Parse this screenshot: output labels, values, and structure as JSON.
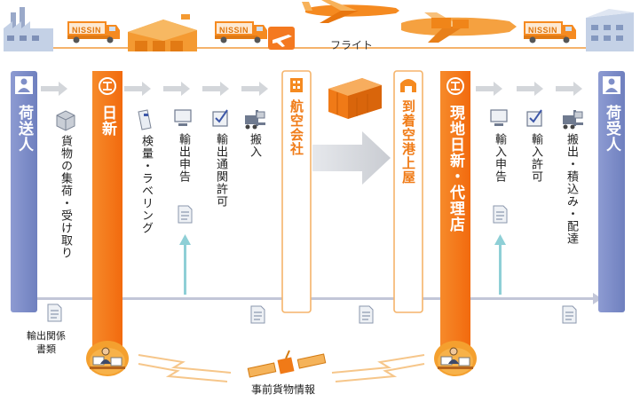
{
  "truck_brand": "NISSIN",
  "flight_label": "フライト",
  "columns": {
    "shipper": "荷送人",
    "nissin": "日新",
    "airline": "航空会社",
    "arrival": "到着空港上屋",
    "local_agent": "現地日新・代理店",
    "consignee": "荷受人"
  },
  "steps": {
    "collect": "貨物の集荷・受け取り",
    "inspect": "検量・ラベリング",
    "export_declare": "輸出申告",
    "export_permit": "輸出通関許可",
    "carry_in": "搬入",
    "import_declare": "輸入申告",
    "import_permit": "輸入許可",
    "deliver": "搬出・積込み・配達"
  },
  "export_docs": "輸出関係\n書類",
  "advance_info": "事前貨物情報",
  "colors": {
    "orange": "#f47920",
    "blue": "#7f8fc8",
    "gray": "#d4d6d9",
    "teal": "#8ecfd6"
  },
  "icons": [
    "factory-icon",
    "truck-icon",
    "warehouse-icon",
    "airplane-icon",
    "cargo-plane-icon",
    "container-icon",
    "satellite-icon",
    "operator-icon",
    "document-icon",
    "box-icon",
    "computer-icon",
    "checklist-icon",
    "forklift-icon",
    "building-icon",
    "hangar-icon",
    "person-icon",
    "logo-icon"
  ]
}
